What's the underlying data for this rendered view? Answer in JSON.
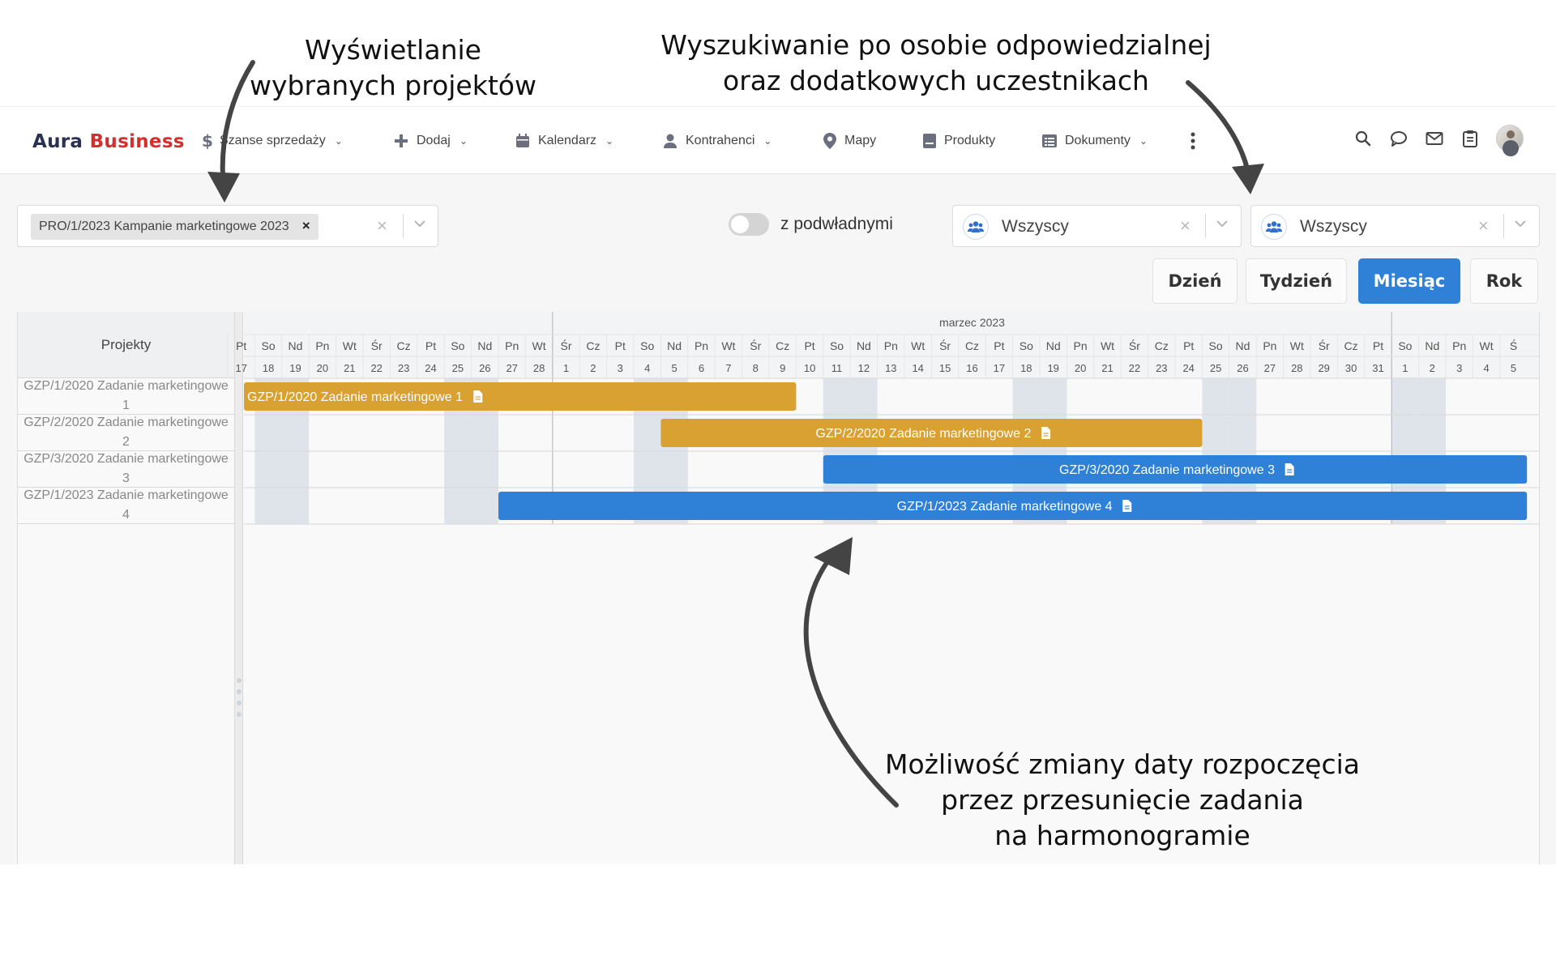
{
  "callouts": {
    "left": "Wyświetlanie\nwybranych projektów",
    "right": "Wyszukiwanie po osobie odpowiedzialnej\noraz dodatkowych uczestnikach",
    "bottom": "Możliwość zmiany daty rozpoczęcia\nprzez przesunięcie zadania\nna harmonogramie"
  },
  "header": {
    "logo_part1": "Aura",
    "logo_part2": "Business",
    "nav": [
      {
        "label": "Szanse sprzedaży",
        "icon": "dollar-icon",
        "dropdown": true
      },
      {
        "label": "Dodaj",
        "icon": "plus-icon",
        "dropdown": true
      },
      {
        "label": "Kalendarz",
        "icon": "calendar-icon",
        "dropdown": true
      },
      {
        "label": "Kontrahenci",
        "icon": "person-icon",
        "dropdown": true
      },
      {
        "label": "Mapy",
        "icon": "map-pin-icon",
        "dropdown": false
      },
      {
        "label": "Produkty",
        "icon": "product-icon",
        "dropdown": false
      },
      {
        "label": "Dokumenty",
        "icon": "document-list-icon",
        "dropdown": true
      }
    ],
    "right_icons": [
      "search-icon",
      "chat-icon",
      "mail-icon",
      "clipboard-icon",
      "avatar"
    ]
  },
  "filters": {
    "project_chip": "PRO/1/2023 Kampanie marketingowe 2023",
    "toggle_label": "z podwładnymi",
    "toggle_on": false,
    "responsible_value": "Wszyscy",
    "participants_value": "Wszyscy"
  },
  "view_buttons": [
    {
      "label": "Dzień",
      "active": false
    },
    {
      "label": "Tydzień",
      "active": false
    },
    {
      "label": "Miesiąc",
      "active": true
    },
    {
      "label": "Rok",
      "active": false
    }
  ],
  "gantt": {
    "projects_header": "Projekty",
    "month_label": "marzec 2023",
    "days": [
      {
        "dow": "Pt",
        "dom": "17",
        "weekend": false
      },
      {
        "dow": "So",
        "dom": "18",
        "weekend": true
      },
      {
        "dow": "Nd",
        "dom": "19",
        "weekend": true
      },
      {
        "dow": "Pn",
        "dom": "20",
        "weekend": false
      },
      {
        "dow": "Wt",
        "dom": "21",
        "weekend": false
      },
      {
        "dow": "Śr",
        "dom": "22",
        "weekend": false
      },
      {
        "dow": "Cz",
        "dom": "23",
        "weekend": false
      },
      {
        "dow": "Pt",
        "dom": "24",
        "weekend": false
      },
      {
        "dow": "So",
        "dom": "25",
        "weekend": true
      },
      {
        "dow": "Nd",
        "dom": "26",
        "weekend": true
      },
      {
        "dow": "Pn",
        "dom": "27",
        "weekend": false
      },
      {
        "dow": "Wt",
        "dom": "28",
        "weekend": false
      },
      {
        "dow": "Śr",
        "dom": "1",
        "weekend": false
      },
      {
        "dow": "Cz",
        "dom": "2",
        "weekend": false
      },
      {
        "dow": "Pt",
        "dom": "3",
        "weekend": false
      },
      {
        "dow": "So",
        "dom": "4",
        "weekend": true
      },
      {
        "dow": "Nd",
        "dom": "5",
        "weekend": true
      },
      {
        "dow": "Pn",
        "dom": "6",
        "weekend": false
      },
      {
        "dow": "Wt",
        "dom": "7",
        "weekend": false
      },
      {
        "dow": "Śr",
        "dom": "8",
        "weekend": false
      },
      {
        "dow": "Cz",
        "dom": "9",
        "weekend": false
      },
      {
        "dow": "Pt",
        "dom": "10",
        "weekend": false
      },
      {
        "dow": "So",
        "dom": "11",
        "weekend": true
      },
      {
        "dow": "Nd",
        "dom": "12",
        "weekend": true
      },
      {
        "dow": "Pn",
        "dom": "13",
        "weekend": false
      },
      {
        "dow": "Wt",
        "dom": "14",
        "weekend": false
      },
      {
        "dow": "Śr",
        "dom": "15",
        "weekend": false
      },
      {
        "dow": "Cz",
        "dom": "16",
        "weekend": false
      },
      {
        "dow": "Pt",
        "dom": "17",
        "weekend": false
      },
      {
        "dow": "So",
        "dom": "18",
        "weekend": true
      },
      {
        "dow": "Nd",
        "dom": "19",
        "weekend": true
      },
      {
        "dow": "Pn",
        "dom": "20",
        "weekend": false
      },
      {
        "dow": "Wt",
        "dom": "21",
        "weekend": false
      },
      {
        "dow": "Śr",
        "dom": "22",
        "weekend": false
      },
      {
        "dow": "Cz",
        "dom": "23",
        "weekend": false
      },
      {
        "dow": "Pt",
        "dom": "24",
        "weekend": false
      },
      {
        "dow": "So",
        "dom": "25",
        "weekend": true
      },
      {
        "dow": "Nd",
        "dom": "26",
        "weekend": true
      },
      {
        "dow": "Pn",
        "dom": "27",
        "weekend": false
      },
      {
        "dow": "Wt",
        "dom": "28",
        "weekend": false
      },
      {
        "dow": "Śr",
        "dom": "29",
        "weekend": false
      },
      {
        "dow": "Cz",
        "dom": "30",
        "weekend": false
      },
      {
        "dow": "Pt",
        "dom": "31",
        "weekend": false
      },
      {
        "dow": "So",
        "dom": "1",
        "weekend": true
      },
      {
        "dow": "Nd",
        "dom": "2",
        "weekend": true
      },
      {
        "dow": "Pn",
        "dom": "3",
        "weekend": false
      },
      {
        "dow": "Wt",
        "dom": "4",
        "weekend": false
      },
      {
        "dow": "Ś",
        "dom": "5",
        "weekend": false
      }
    ],
    "tasks": [
      {
        "name": "GZP/1/2020 Zadanie marketingowe 1",
        "bar_label": "GZP/1/2020 Zadanie marketingowe 1",
        "start": "2023-02-16",
        "end": "2023-03-09",
        "color": "#d9a032"
      },
      {
        "name": "GZP/2/2020 Zadanie marketingowe 2",
        "bar_label": "GZP/2/2020 Zadanie marketingowe 2",
        "start": "2023-03-05",
        "end": "2023-03-24",
        "color": "#d9a032"
      },
      {
        "name": "GZP/3/2020 Zadanie marketingowe 3",
        "bar_label": "GZP/3/2020 Zadanie marketingowe 3",
        "start": "2023-03-11",
        "end": "2023-04-05",
        "color": "#2f80d7"
      },
      {
        "name": "GZP/1/2023 Zadanie marketingowe 4",
        "bar_label": "GZP/1/2023 Zadanie marketingowe 4",
        "start": "2023-02-27",
        "end": "2023-04-05",
        "color": "#2f80d7"
      }
    ]
  }
}
